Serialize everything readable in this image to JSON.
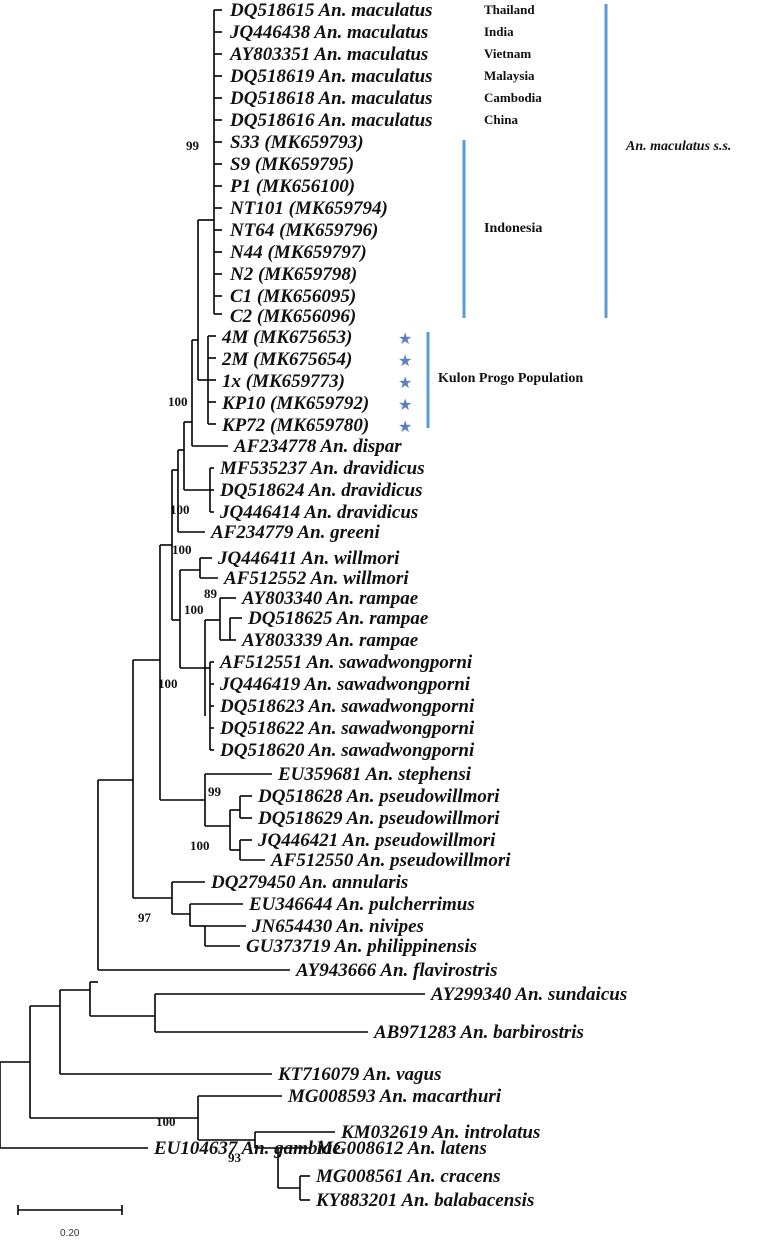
{
  "leaves": [
    {
      "label": "DQ518615 An. maculatus",
      "country": "Thailand"
    },
    {
      "label": "JQ446438 An. maculatus",
      "country": "India"
    },
    {
      "label": "AY803351 An. maculatus",
      "country": "Vietnam"
    },
    {
      "label": "DQ518619 An. maculatus",
      "country": "Malaysia"
    },
    {
      "label": "DQ518618 An. maculatus",
      "country": "Cambodia"
    },
    {
      "label": "DQ518616 An. maculatus",
      "country": "China"
    },
    {
      "label": "S33 (MK659793)"
    },
    {
      "label": "S9 (MK659795)"
    },
    {
      "label": "P1 (MK656100)"
    },
    {
      "label": "NT101 (MK659794)"
    },
    {
      "label": "NT64 (MK659796)"
    },
    {
      "label": "N44 (MK659797)"
    },
    {
      "label": "N2 (MK659798)"
    },
    {
      "label": "C1 (MK656095)"
    },
    {
      "label": "C2 (MK656096)"
    },
    {
      "label": "4M (MK675653)",
      "star": true
    },
    {
      "label": "2M (MK675654)",
      "star": true
    },
    {
      "label": "1x (MK659773)",
      "star": true
    },
    {
      "label": "KP10 (MK659792)",
      "star": true
    },
    {
      "label": "KP72 (MK659780)",
      "star": true
    },
    {
      "label": "AF234778 An. dispar"
    },
    {
      "label": "MF535237 An. dravidicus"
    },
    {
      "label": "DQ518624 An. dravidicus"
    },
    {
      "label": "JQ446414 An. dravidicus"
    },
    {
      "label": "AF234779 An. greeni"
    },
    {
      "label": "JQ446411 An. willmori"
    },
    {
      "label": "AF512552 An. willmori"
    },
    {
      "label": "AY803340 An. rampae"
    },
    {
      "label": "DQ518625 An. rampae"
    },
    {
      "label": "AY803339 An. rampae"
    },
    {
      "label": "AF512551 An. sawadwongporni"
    },
    {
      "label": "JQ446419 An. sawadwongporni"
    },
    {
      "label": "DQ518623 An. sawadwongporni"
    },
    {
      "label": "DQ518622 An. sawadwongporni"
    },
    {
      "label": "DQ518620 An. sawadwongporni"
    },
    {
      "label": "EU359681 An. stephensi"
    },
    {
      "label": "DQ518628 An. pseudowillmori"
    },
    {
      "label": "DQ518629 An. pseudowillmori"
    },
    {
      "label": "JQ446421 An. pseudowillmori"
    },
    {
      "label": "AF512550 An. pseudowillmori"
    },
    {
      "label": "DQ279450 An. annularis"
    },
    {
      "label": "EU346644 An. pulcherrimus"
    },
    {
      "label": "JN654430 An. nivipes"
    },
    {
      "label": "GU373719 An. philippinensis"
    },
    {
      "label": "AY943666 An. flavirostris"
    },
    {
      "label": "AY299340 An. sundaicus"
    },
    {
      "label": "AB971283 An. barbirostris"
    },
    {
      "label": "KT716079 An. vagus"
    },
    {
      "label": "MG008593 An. macarthuri"
    },
    {
      "label": "KM032619 An. introlatus"
    },
    {
      "label": "MG008612 An. latens"
    },
    {
      "label": "MG008561 An. cracens"
    },
    {
      "label": "KY883201 An. balabacensis"
    },
    {
      "label": "EU104637 An. gambiae"
    }
  ],
  "groups": {
    "maculatus_ss": "An. maculatus s.s.",
    "indonesia": "Indonesia",
    "kulon_progo": "Kulon  Progo Population"
  },
  "bootstrap": [
    "99",
    "100",
    "100",
    "100",
    "100",
    "89",
    "100",
    "99",
    "100",
    "97",
    "100",
    "93"
  ],
  "scale": {
    "label": "0.20"
  },
  "colors": {
    "bar": "#5b9bd5",
    "star": "#5b7fbf",
    "branch": "#000000"
  }
}
